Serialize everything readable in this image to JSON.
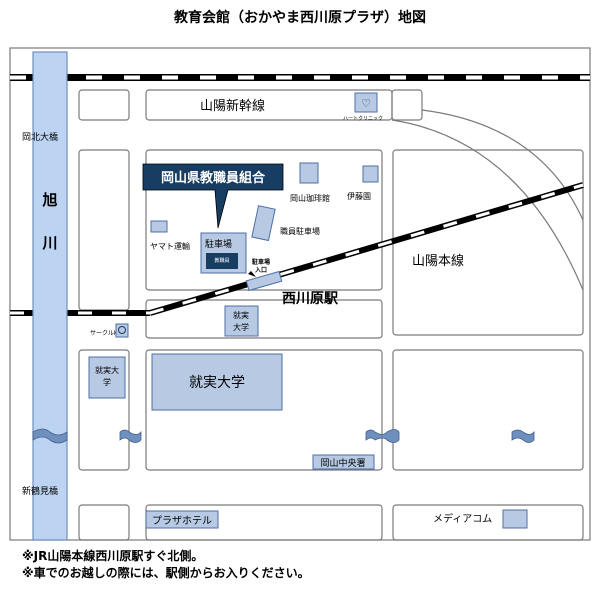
{
  "title": "教育会館（おかやま西川原プラザ）地図",
  "labels": {
    "union": "岡山県教職員組合",
    "shinkansen": "山陽新幹線",
    "honsen": "山陽本線",
    "station": "西川原駅",
    "river_1": "旭",
    "river_2": "川",
    "bridge_okakita": "岡北大橋",
    "bridge_shintsurumi": "新鶴見橋",
    "heart_clinic": "ハートクリニック",
    "coffee": "岡山珈琲館",
    "itoen": "伊藤園",
    "staff_parking": "職員駐車場",
    "yamato": "ヤマト運輸",
    "parking": "駐車場",
    "kyoshokuin": "教職員",
    "parking_entrance_1": "駐車場",
    "parking_entrance_2": "入口",
    "circle_k": "サークルK",
    "shujitsu_small_1": "就実",
    "shujitsu_small_2": "大学",
    "shujitsu_left_1": "就実大",
    "shujitsu_left_2": "学",
    "shujitsu_big": "就実大学",
    "police": "岡山中央署",
    "hotel": "プラザホテル",
    "media": "メディアコム"
  },
  "notes": [
    "※JR山陽本線西川原駅すぐ北側。",
    "※車でのお越しの際には、駅側からお入りください。"
  ],
  "colors": {
    "river": "#bcd3f1",
    "river_stroke": "#6f8fbd",
    "building": "#b7c9e3",
    "building_stroke": "#4f6fa3",
    "callout": "#173d63",
    "road": "#7a7a7a"
  }
}
